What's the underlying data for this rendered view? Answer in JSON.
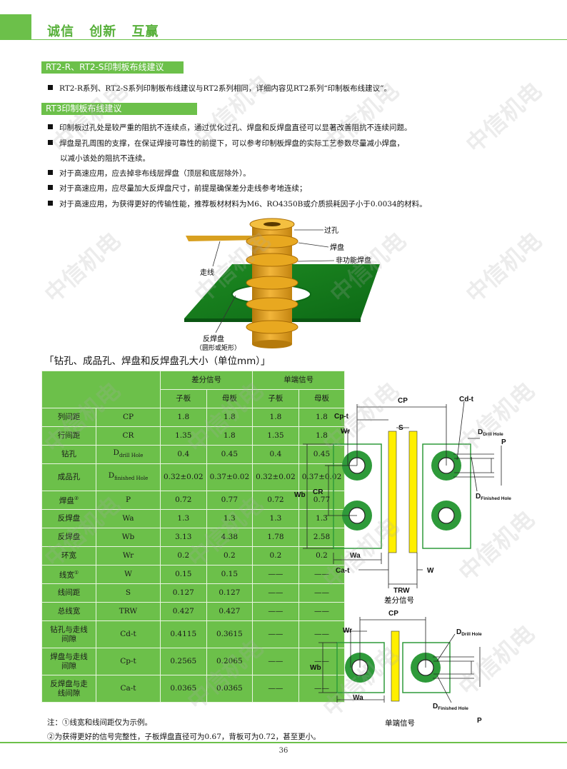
{
  "header": {
    "slogan": "诚信 创新 互赢"
  },
  "section1": {
    "title": "RT2-R、RT2-S印制板布线建议",
    "bullet": "RT2-R系列、RT2-S系列印制板布线建议与RT2系列相同，详细内容见RT2系列“印制板布线建议”。"
  },
  "section2": {
    "title": "RT3印制板布线建议",
    "bullets": [
      "印制板过孔处是较严重的阻抗不连续点，通过优化过孔、焊盘和反焊盘直径可以显著改善阻抗不连续问题。",
      "焊盘是孔周围的支撑，在保证焊接可靠性的前提下，可以参考印制板焊盘的实际工艺参数尽量减小焊盘，",
      "对于高速应用，应去掉非布线层焊盘（顶层和底层除外）。",
      "对于高速应用，应尽量加大反焊盘尺寸，前提是确保差分走线参考地连续；",
      "对于高速应用，为获得更好的传输性能，推荐板材材料为M6、RO4350B或介质损耗因子小于0.0034的材料。"
    ],
    "bullet2_cont": "以减小该处的阻抗不连续。"
  },
  "via_figure": {
    "labels": {
      "via": "过孔",
      "pad": "焊盘",
      "nonfunc_pad": "非功能焊盘",
      "trace": "走线",
      "antipad": "反焊盘",
      "antipad_note": "（圆形或矩形）"
    }
  },
  "table": {
    "title": "「钻孔、成品孔、焊盘和反焊盘孔大小（单位mm）」",
    "group_headers": [
      "差分信号",
      "单端信号"
    ],
    "sub_headers": [
      "子板",
      "母板",
      "子板",
      "母板"
    ],
    "rows": [
      {
        "name": "列间距",
        "sym": "CP",
        "sym_sub": "",
        "v": [
          "1.8",
          "1.8",
          "1.8",
          "1.8"
        ]
      },
      {
        "name": "行间距",
        "sym": "CR",
        "sym_sub": "",
        "v": [
          "1.35",
          "1.8",
          "1.35",
          "1.8"
        ]
      },
      {
        "name": "钻孔",
        "sym": "D",
        "sym_sub": "drill Hole",
        "v": [
          "0.4",
          "0.45",
          "0.4",
          "0.45"
        ]
      },
      {
        "name": "成品孔",
        "sym": "D",
        "sym_sub": "finished Hole",
        "v": [
          "0.32±0.02",
          "0.37±0.02",
          "0.32±0.02",
          "0.37±0.02"
        ]
      },
      {
        "name": "焊盘",
        "sup": "②",
        "sym": "P",
        "sym_sub": "",
        "v": [
          "0.72",
          "0.77",
          "0.72",
          "0.77"
        ]
      },
      {
        "name": "反焊盘",
        "sym": "Wa",
        "sym_sub": "",
        "v": [
          "1.3",
          "1.3",
          "1.3",
          "1.3"
        ]
      },
      {
        "name": "反焊盘",
        "sym": "Wb",
        "sym_sub": "",
        "v": [
          "3.13",
          "4.38",
          "1.78",
          "2.58"
        ]
      },
      {
        "name": "环宽",
        "sym": "Wr",
        "sym_sub": "",
        "v": [
          "0.2",
          "0.2",
          "0.2",
          "0.2"
        ]
      },
      {
        "name": "线宽",
        "sup": "①",
        "sym": "W",
        "sym_sub": "",
        "v": [
          "0.15",
          "0.15",
          "——",
          "——"
        ]
      },
      {
        "name": "线间距",
        "sym": "S",
        "sym_sub": "",
        "v": [
          "0.127",
          "0.127",
          "——",
          "——"
        ]
      },
      {
        "name": "总线宽",
        "sym": "TRW",
        "sym_sub": "",
        "v": [
          "0.427",
          "0.427",
          "——",
          "——"
        ]
      },
      {
        "name": "钻孔与走线间隙",
        "sym": "Cd-t",
        "sym_sub": "",
        "v": [
          "0.4115",
          "0.3615",
          "——",
          "——"
        ]
      },
      {
        "name": "焊盘与走线间隙",
        "sym": "Cp-t",
        "sym_sub": "",
        "v": [
          "0.2565",
          "0.2065",
          "——",
          "——"
        ]
      },
      {
        "name": "反焊盘与走线间隙",
        "sym": "Ca-t",
        "sym_sub": "",
        "v": [
          "0.0365",
          "0.0365",
          "——",
          "——"
        ]
      }
    ]
  },
  "diff_diagram": {
    "caption": "差分信号",
    "labels": {
      "cp": "CP",
      "cdt": "Cd-t",
      "cpt": "Cp-t",
      "s": "S",
      "wr": "Wr",
      "p": "P",
      "ddrill": "D",
      "ddrill_sub": "Drill Hole",
      "dfin": "D",
      "dfin_sub": "Finished Hole",
      "wb": "Wb",
      "cr": "CR",
      "wa": "Wa",
      "cat": "Ca-t",
      "w": "W",
      "trw": "TRW"
    }
  },
  "single_diagram": {
    "caption": "单端信号",
    "labels": {
      "cp": "CP",
      "wr": "Wr",
      "ddrill": "D",
      "ddrill_sub": "Drill Hole",
      "wb": "Wb",
      "wa": "Wa",
      "dfin": "D",
      "dfin_sub": "Finished Hole",
      "p": "P"
    }
  },
  "notes": [
    "注：①线宽和线间距仅为示例。",
    "②为获得更好的信号完整性，子板焊盘直径可为0.67，背板可为0.72，甚至更小。"
  ],
  "watermark": "中信机电",
  "page_number": "36",
  "colors": {
    "brand_green": "#6cc04a",
    "slogan_green": "#57b03a",
    "pad_green": "#2e9a3a",
    "trace_yellow": "#ffef00"
  }
}
